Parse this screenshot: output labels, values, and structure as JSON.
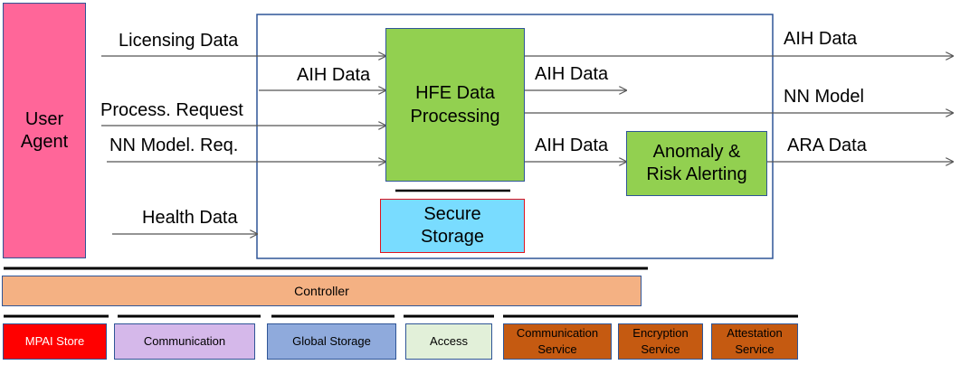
{
  "user_agent": {
    "label_line1": "User",
    "label_line2": "Agent",
    "color": "#ff6699"
  },
  "inputs": {
    "licensing_data": "Licensing Data",
    "process_request": "Process. Request",
    "nn_model_request": "NN Model. Req.",
    "health_data": "Health Data"
  },
  "hfe": {
    "line1": "HFE Data",
    "line2": "Processing",
    "color": "#92d050"
  },
  "hfe_input_label": "AIH Data",
  "internal_labels": {
    "aih_data_1": "AIH Data",
    "aih_data_2": "AIH Data"
  },
  "anomaly": {
    "line1": "Anomaly &",
    "line2": "Risk Alerting",
    "color": "#92d050"
  },
  "secure_storage": {
    "line1": "Secure",
    "line2": "Storage",
    "color": "#79dcff"
  },
  "outputs": {
    "aih_data": "AIH Data",
    "nn_model": "NN Model",
    "ara_data": "ARA Data"
  },
  "controller": {
    "label": "Controller",
    "color": "#f4b183"
  },
  "bottom_services": [
    {
      "line1": "MPAI Store",
      "line2": "",
      "color": "#ff0000",
      "text_color": "#ffffff"
    },
    {
      "line1": "Communication",
      "line2": "",
      "color": "#d5b8ea",
      "text_color": "#000000"
    },
    {
      "line1": "Global Storage",
      "line2": "",
      "color": "#8faadc",
      "text_color": "#000000"
    },
    {
      "line1": "Access",
      "line2": "",
      "color": "#e2f0d9",
      "text_color": "#000000"
    },
    {
      "line1": "Communication",
      "line2": "Service",
      "color": "#c55a11",
      "text_color": "#000000"
    },
    {
      "line1": "Encryption",
      "line2": "Service",
      "color": "#c55a11",
      "text_color": "#000000"
    },
    {
      "line1": "Attestation",
      "line2": "Service",
      "color": "#c55a11",
      "text_color": "#000000"
    }
  ]
}
